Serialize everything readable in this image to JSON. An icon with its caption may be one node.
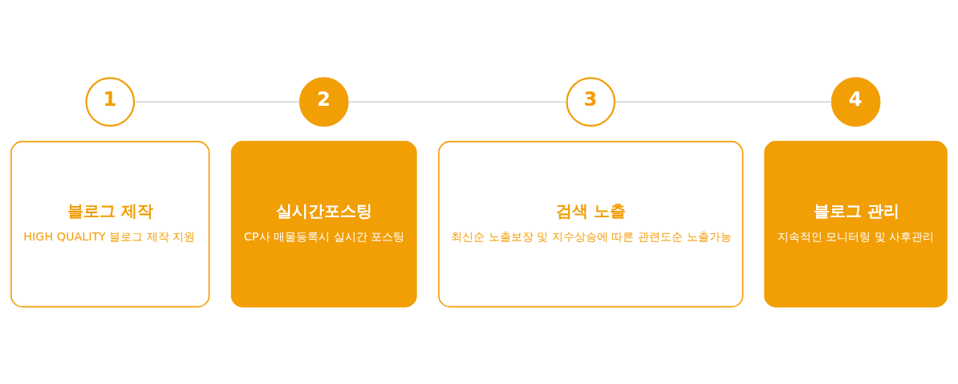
{
  "diagram": {
    "nodes": [
      {
        "text": [
          "1"
        ]
      },
      {
        "text": [
          "블로그 제작",
          "HIGH QUALITY 블로그 제작 지원"
        ]
      },
      {
        "text": [
          "2"
        ]
      },
      {
        "text": [
          "실시간포스팅",
          "CP사 매물등록시 실시간 포스팅"
        ]
      },
      {
        "text": [
          "3"
        ]
      },
      {
        "text": [
          "검색 노출",
          "최신순 노출보장 및 지수상승에 따른 관련도순 노출가능"
        ]
      },
      {
        "text": [
          "4"
        ]
      },
      {
        "text": [
          "블로그 관리",
          "지속적인 모니터링 및 사후관리"
        ]
      }
    ],
    "edges": [
      {
        "from": 0,
        "to": 2,
        "arrow": "none"
      },
      {
        "from": 2,
        "to": 4,
        "arrow": "none"
      },
      {
        "from": 4,
        "to": 6,
        "arrow": "none"
      }
    ]
  }
}
